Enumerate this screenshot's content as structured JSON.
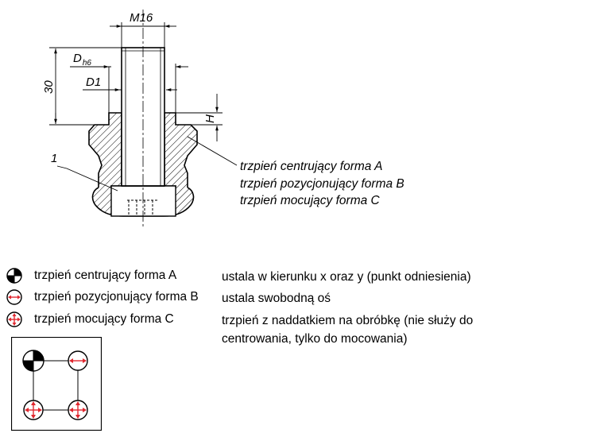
{
  "drawing": {
    "dimensions": {
      "thread": "M16",
      "outer_diameter_main": "D",
      "outer_diameter_sub": "h6",
      "inner_diameter": "D1",
      "height": "30",
      "collar": "H"
    },
    "position_label": "1",
    "callouts": [
      "trzpień centrujący forma A",
      "trzpień pozycjonujący forma B",
      "trzpień mocujący forma C"
    ]
  },
  "legend": [
    {
      "icon": "centering-pin-icon",
      "label": "trzpień centrujący forma A",
      "description": "ustala w kierunku x oraz y (punkt odniesienia)"
    },
    {
      "icon": "positioning-pin-icon",
      "label": "trzpień pozycjonujący forma B",
      "description": "ustala swobodną oś"
    },
    {
      "icon": "clamping-pin-icon",
      "label": "trzpień mocujący forma C",
      "description": "trzpień z naddatkiem na obróbkę (nie służy do centrowania, tylko do mocowania)"
    }
  ],
  "colors": {
    "arrow": "#e0282f",
    "line": "#000000",
    "hatch_fill": "#ffffff"
  }
}
